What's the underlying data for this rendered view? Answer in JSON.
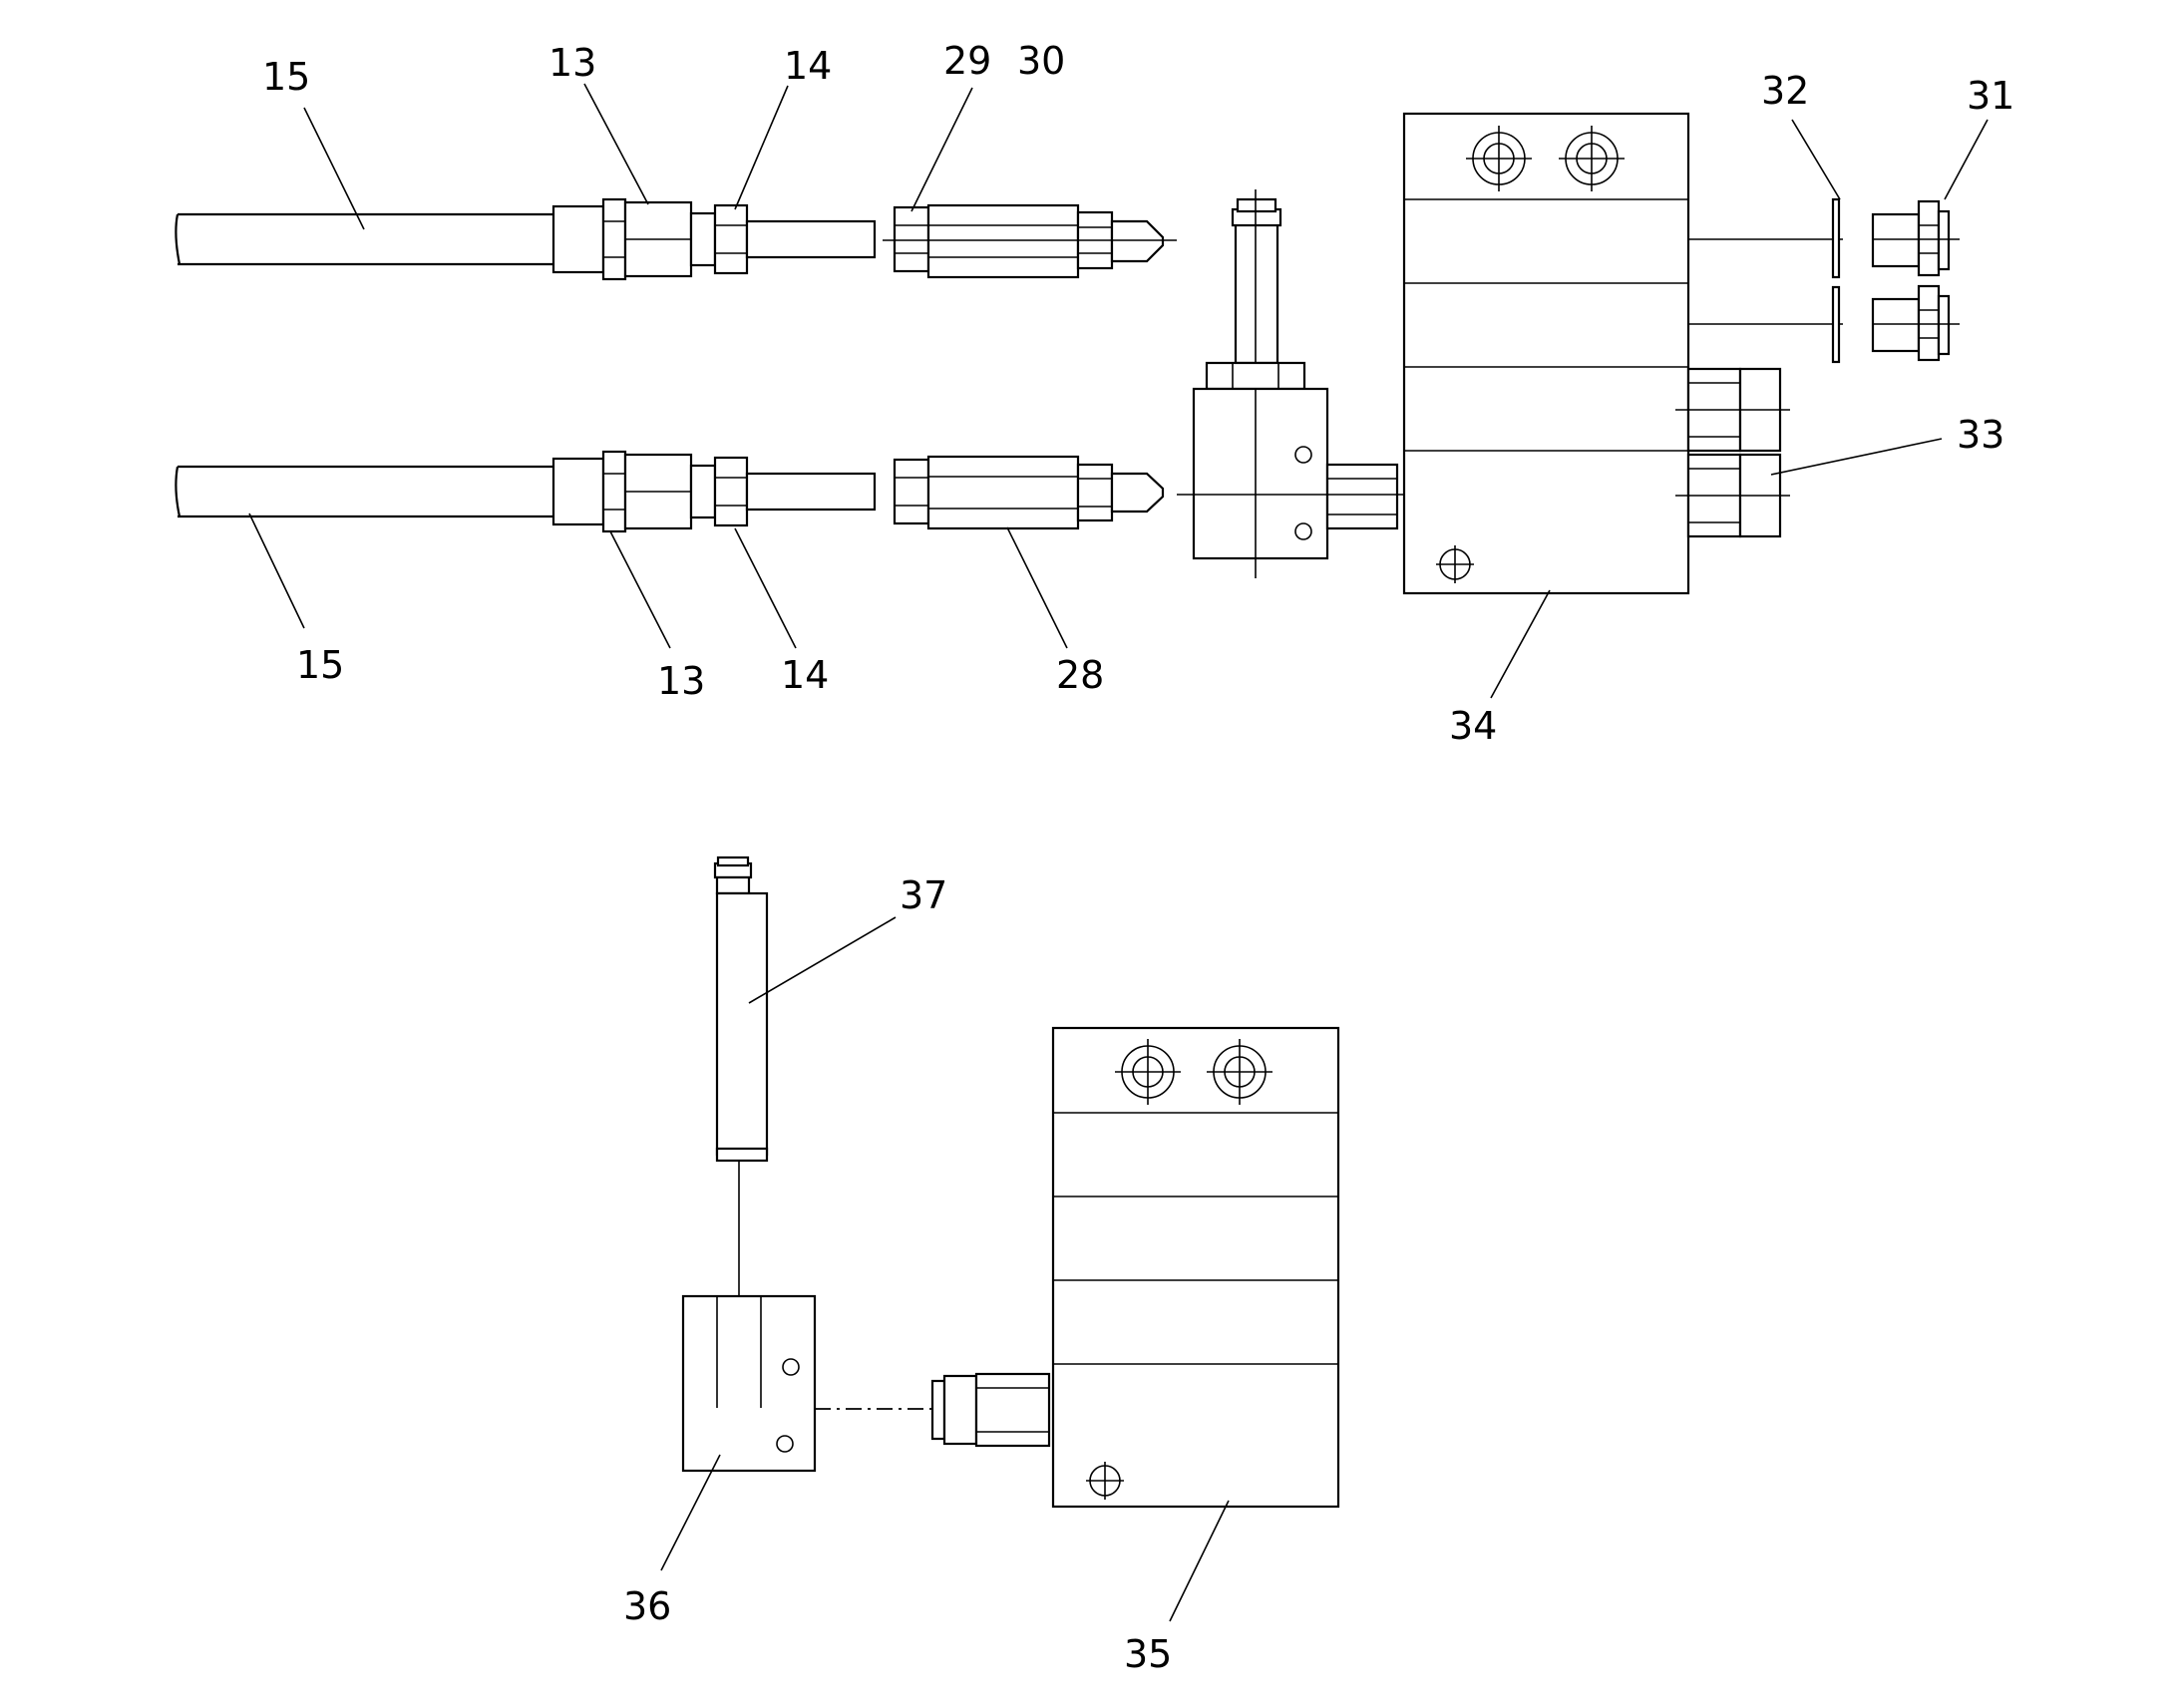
{
  "callouts": {
    "c15_top": "15",
    "c13_top": "13",
    "c14_top": "14",
    "c29": "29",
    "c30": "30",
    "c32": "32",
    "c31": "31",
    "c33": "33",
    "c34": "34",
    "c15_bot": "15",
    "c13_bot": "13",
    "c14_bot": "14",
    "c28": "28",
    "c37": "37",
    "c36": "36",
    "c35": "35"
  }
}
